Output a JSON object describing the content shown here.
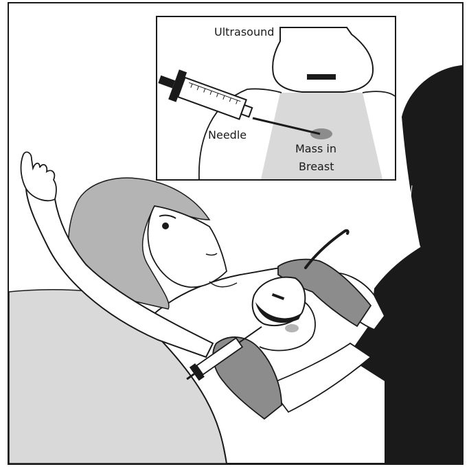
{
  "labels": {
    "probe": "Ultrasound",
    "needle": "Needle",
    "mass_line1": "Mass in",
    "mass_line2": "Breast"
  },
  "colors": {
    "ink": "#1a1a1a",
    "gray_light": "#d9d9d9",
    "gray_mid": "#b4b4b4",
    "gray_dark": "#8c8c8c",
    "skin": "#ffffff"
  }
}
